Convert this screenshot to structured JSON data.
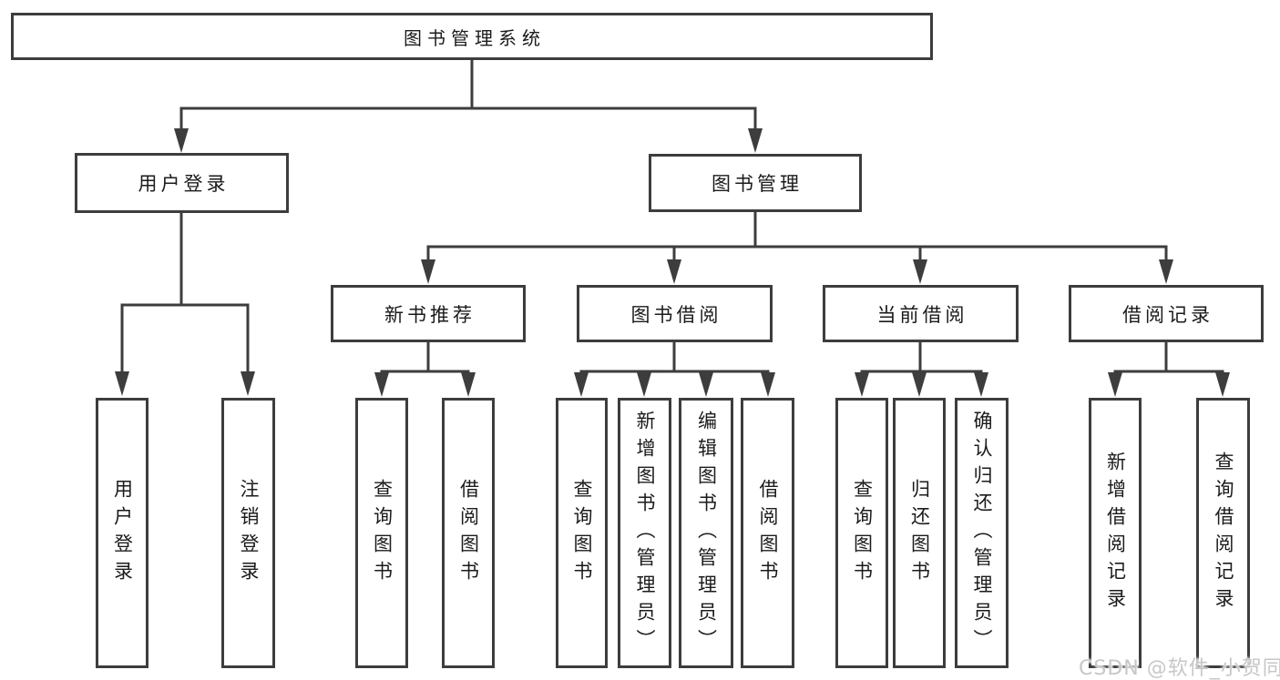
{
  "palette": {
    "background": "#ffffff",
    "line": "#3d3d3d",
    "box_border": "#3d3d3d",
    "box_fill": "#ffffff",
    "text": "#1b1b1b",
    "watermark_color": "#c7c7c7"
  },
  "tree": {
    "root": {
      "label": "图书管理系统",
      "children": [
        {
          "label": "用户登录",
          "children": [
            {
              "label": "用户登录"
            },
            {
              "label": "注销登录"
            }
          ]
        },
        {
          "label": "图书管理",
          "children": [
            {
              "label": "新书推荐",
              "children": [
                {
                  "label": "查询图书"
                },
                {
                  "label": "借阅图书"
                }
              ]
            },
            {
              "label": "图书借阅",
              "children": [
                {
                  "label": "查询图书"
                },
                {
                  "label": "新增图书（管理员）"
                },
                {
                  "label": "编辑图书（管理员）"
                },
                {
                  "label": "借阅图书"
                }
              ]
            },
            {
              "label": "当前借阅",
              "children": [
                {
                  "label": "查询图书"
                },
                {
                  "label": "归还图书"
                },
                {
                  "label": "确认归还（管理员）"
                }
              ]
            },
            {
              "label": "借阅记录",
              "children": [
                {
                  "label": "新增借阅记录"
                },
                {
                  "label": "查询借阅记录"
                }
              ]
            }
          ]
        }
      ]
    }
  },
  "watermark": {
    "text": "CSDN @软件_小贺同学"
  }
}
